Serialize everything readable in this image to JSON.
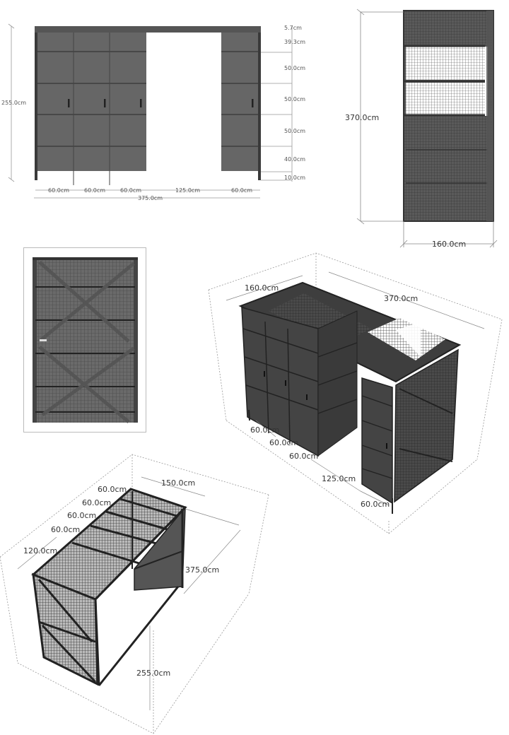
{
  "colors": {
    "panel": "#666666",
    "panel_dark": "#3a3a3a",
    "frame": "#2b2b2b",
    "mesh_light": "#ffffff",
    "dim_line": "#888888",
    "bbox_dotted": "#999999"
  },
  "front_elevation": {
    "height_label": "255.0cm",
    "right_labels": [
      "5.7cm",
      "39.3cm",
      "50.0cm",
      "50.0cm",
      "50.0cm",
      "40.0cm",
      "10.0cm"
    ],
    "bottom_labels": [
      "60.0cm",
      "60.0cm",
      "60.0cm",
      "125.0cm",
      "60.0cm"
    ],
    "total_width_label": "375.0cm"
  },
  "side_elevation": {
    "height_label": "370.0cm",
    "width_label": "160.0cm"
  },
  "end_frame_view": {
    "description": "cross-braced mesh frame"
  },
  "iso_cabinet_view": {
    "depth_label": "160.0cm",
    "length_label": "370.0cm",
    "bottom_labels": [
      "60.0cm",
      "60.0cm",
      "60.0cm",
      "125.0cm",
      "60.0cm"
    ]
  },
  "iso_frame_view": {
    "top_labels": [
      "60.0cm",
      "60.0cm",
      "60.0cm",
      "60.0cm",
      "120.0cm"
    ],
    "width_label": "150.0cm",
    "length_label": "375.0cm",
    "height_label": "255.0cm"
  }
}
